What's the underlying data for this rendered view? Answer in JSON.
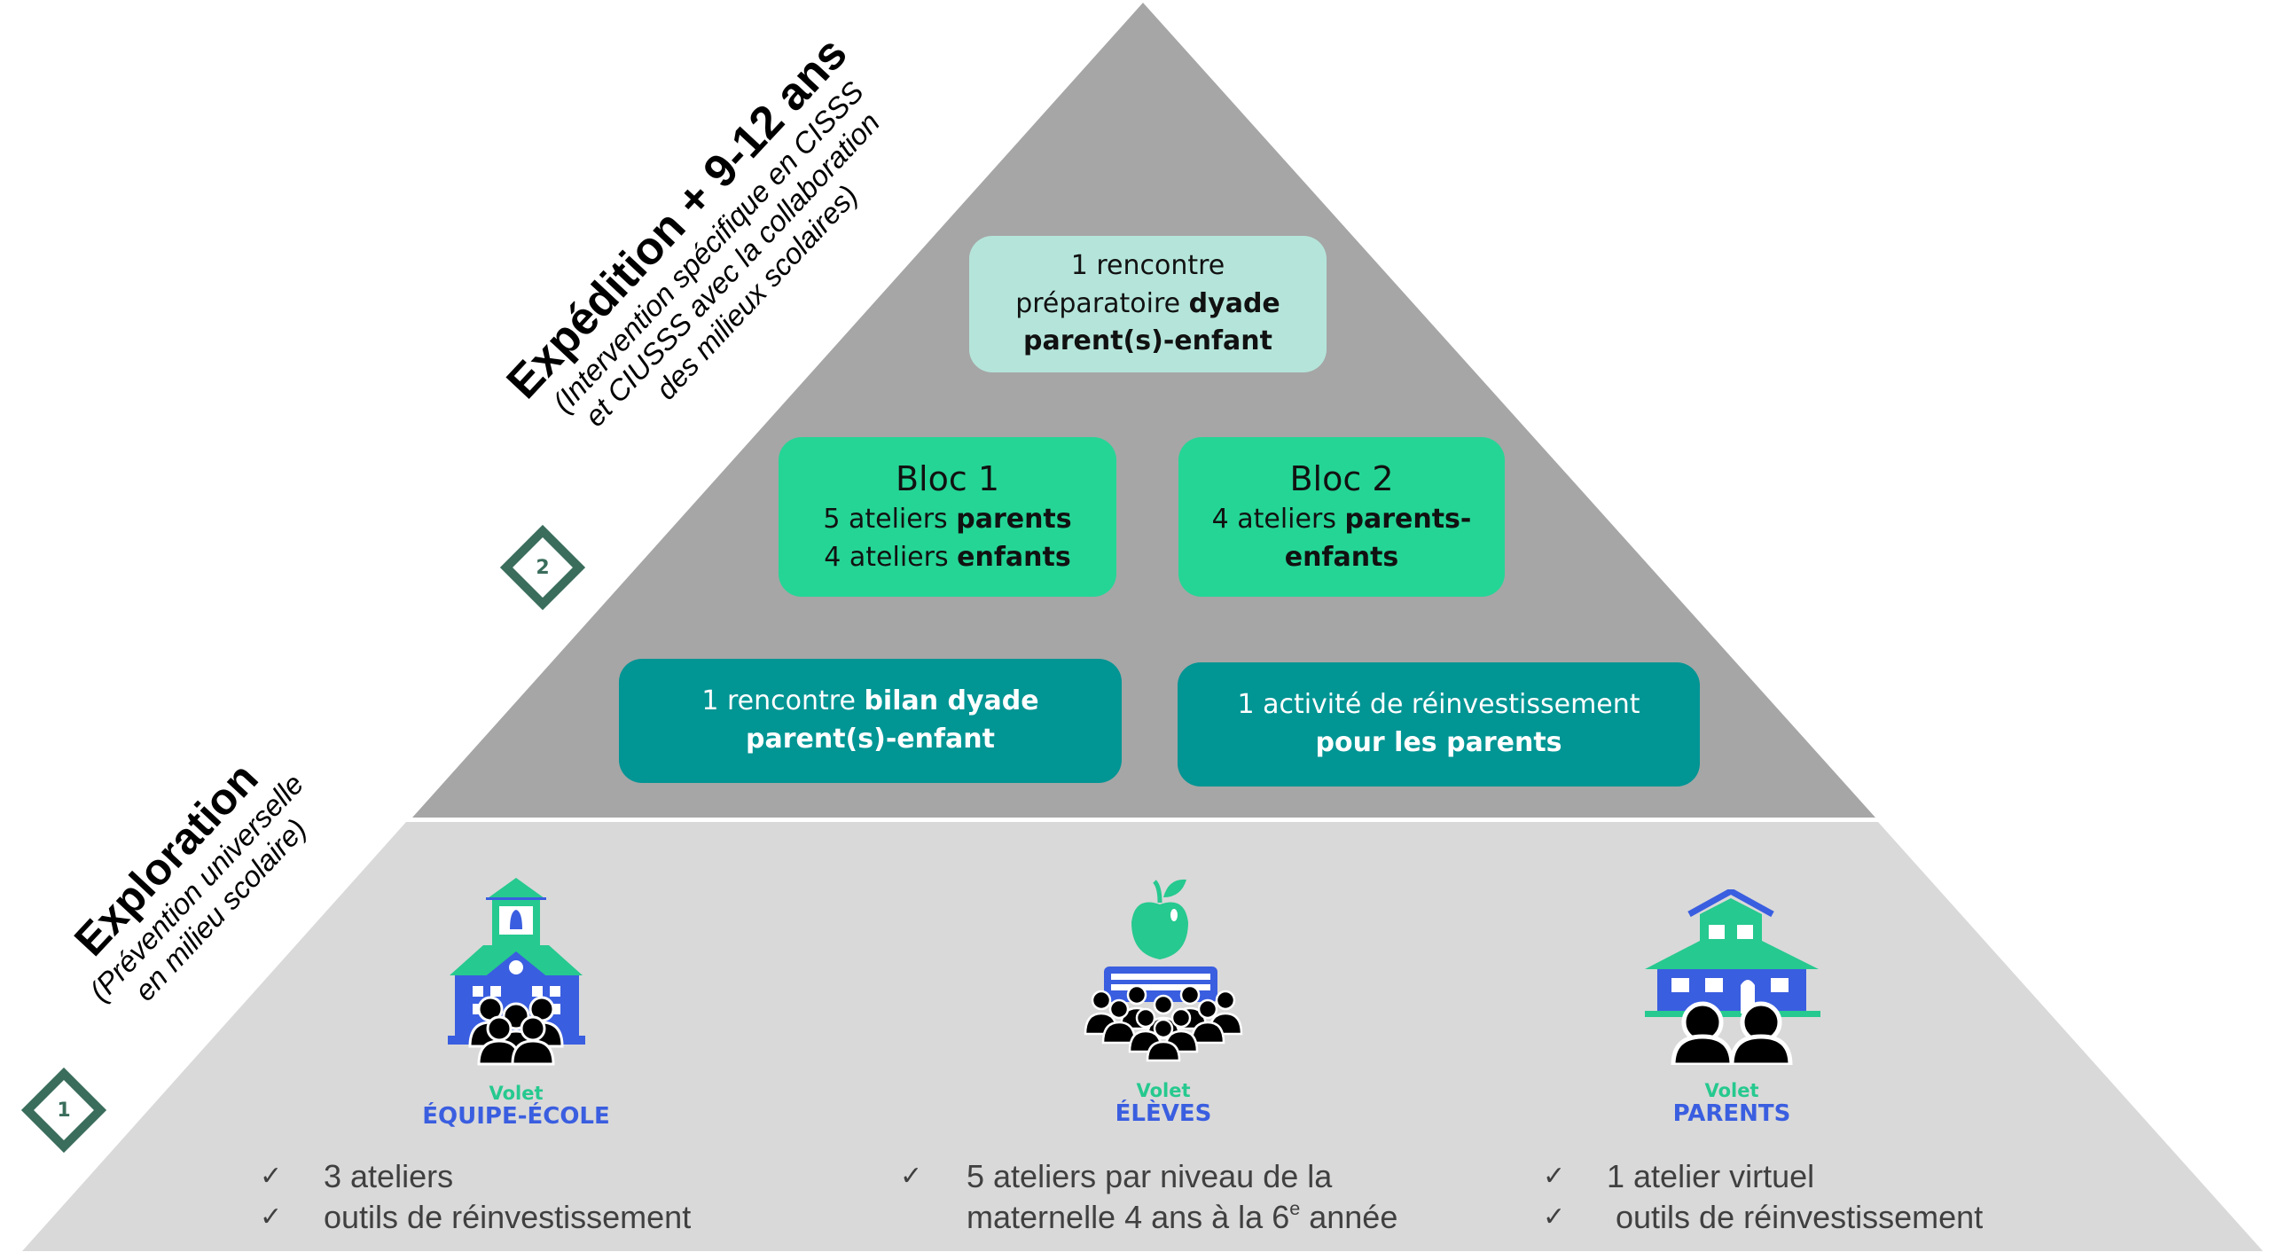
{
  "colors": {
    "upper_level": "#a6a6a6",
    "lower_level": "#d9d9d9",
    "prep_box": "#b5e5da",
    "bloc_box": "#25d596",
    "teal_box": "#019594",
    "diamond": "#3a6d5b",
    "volet_green": "#26c98f",
    "volet_blue": "#3a5ee0"
  },
  "level2": {
    "number": "2",
    "title": "Expédition + 9-12 ans",
    "subtitle_lines": [
      "(Intervention spécifique en CISSS",
      "et CIUSSS avec la collaboration",
      "des milieux scolaires)"
    ],
    "boxes": {
      "prep": {
        "line1": "1 rencontre",
        "line2_regular": "préparatoire ",
        "line2_bold": "dyade",
        "line3_bold": "parent(s)-enfant"
      },
      "bloc1": {
        "title": "Bloc 1",
        "line1_regular": "5 ateliers ",
        "line1_bold": "parents",
        "line2_regular": "4 ateliers ",
        "line2_bold": "enfants"
      },
      "bloc2": {
        "title": "Bloc 2",
        "line1_regular": "4 ateliers ",
        "line1_bold": "parents-",
        "line2_bold": "enfants"
      },
      "bilan": {
        "line1_regular": "1 rencontre ",
        "line1_bold": "bilan dyade",
        "line2_bold": "parent(s)-enfant"
      },
      "reinvestissement": {
        "line1": "1 activité de réinvestissement",
        "line2_bold": "pour les parents"
      }
    }
  },
  "level1": {
    "number": "1",
    "title": "Exploration",
    "subtitle_lines": [
      "(Prévention universelle",
      "en milieu scolaire)"
    ],
    "volets": [
      {
        "icon": "school-building-with-people-icon",
        "prefix": "Volet",
        "name": "ÉQUIPE-ÉCOLE",
        "items": [
          "3 ateliers",
          "outils de réinvestissement"
        ]
      },
      {
        "icon": "apple-on-book-with-students-icon",
        "prefix": "Volet",
        "name": "ÉLÈVES",
        "items": [
          "5 ateliers par niveau de la",
          "maternelle 4 ans à la 6",
          "e",
          " année"
        ]
      },
      {
        "icon": "house-with-parents-icon",
        "prefix": "Volet",
        "name": "PARENTS",
        "items": [
          "1 atelier virtuel",
          "outils de réinvestissement"
        ]
      }
    ]
  },
  "check_symbol": "✓"
}
